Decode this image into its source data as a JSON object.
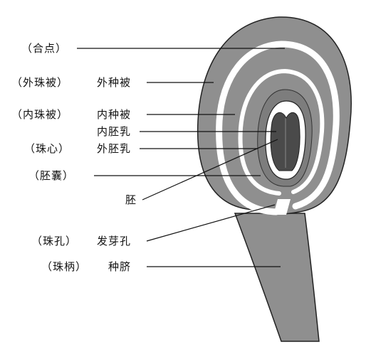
{
  "labels": {
    "chalaza": "（合点）",
    "outer_integument": "（外珠被）",
    "outer_seed_coat": "外种被",
    "inner_integument": "（内珠被）",
    "inner_seed_coat": "内种被",
    "endosperm": "内胚乳",
    "nucellus": "（珠心）",
    "perisperm": "外胚乳",
    "embryo_sac": "（胚囊）",
    "embryo": "胚",
    "micropyle": "（珠孔）",
    "germination_pore": "发芽孔",
    "funiculus": "（珠柄）",
    "hilum": "种脐"
  },
  "colors": {
    "tissue": "#8f8f8f",
    "tissue_dark": "#6a6a6a",
    "embryo": "#4a4a4a",
    "cavity": "#ffffff",
    "outline": "#222222",
    "leader": "#111111"
  }
}
